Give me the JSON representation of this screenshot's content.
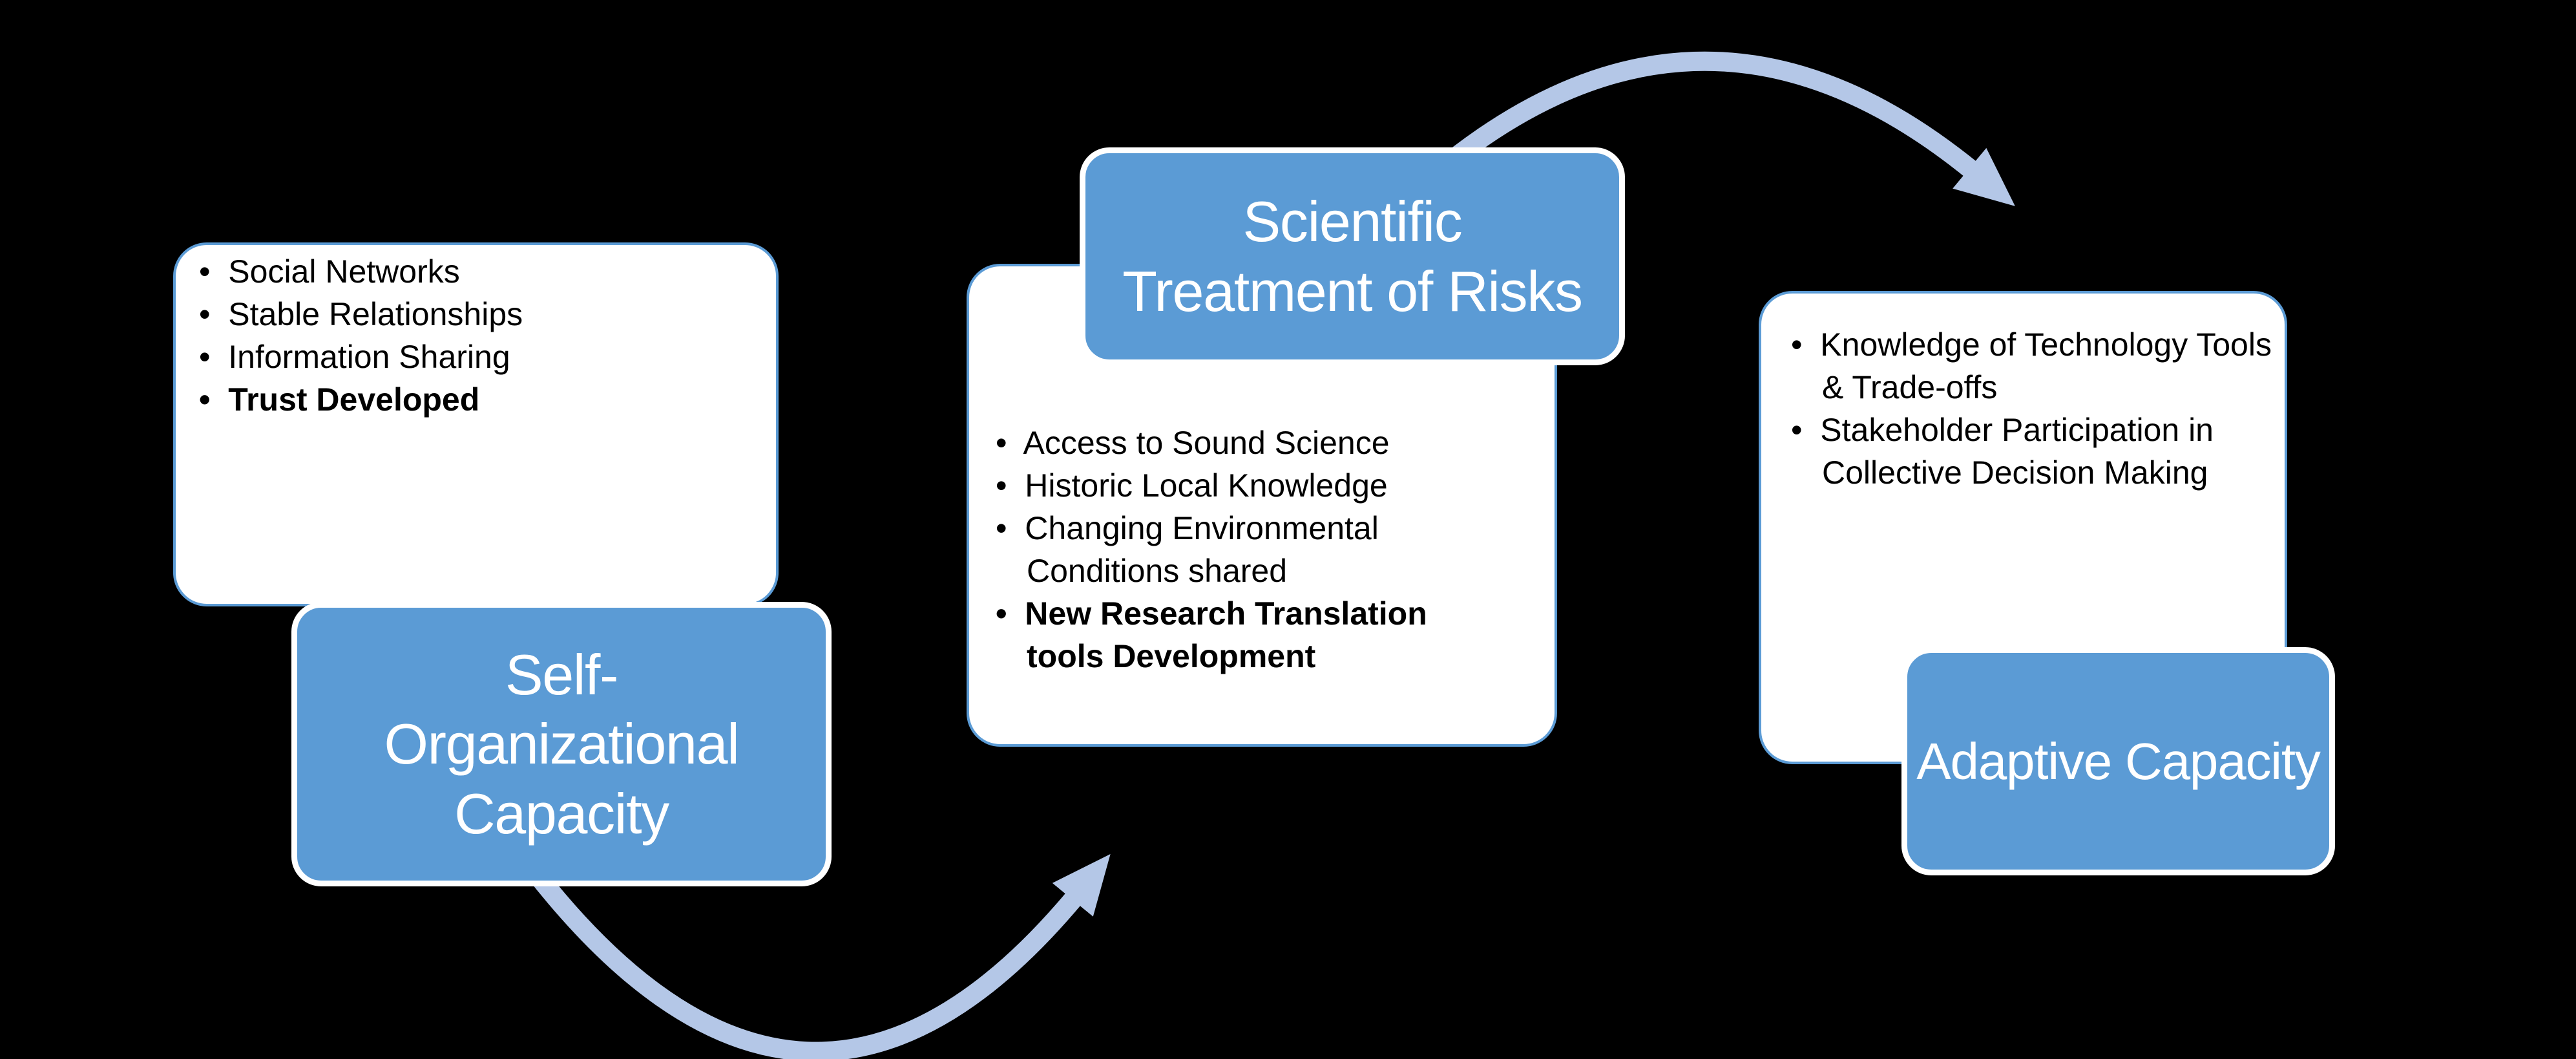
{
  "diagram": {
    "background": "#000000",
    "colors": {
      "node_fill": "#5b9bd5",
      "node_text": "#ffffff",
      "panel_fill": "#ffffff",
      "panel_border": "#5b9bd5",
      "bullet_text": "#000000",
      "arrow": "#b4c7e7"
    },
    "bullet_char": "•",
    "groups": [
      {
        "id": "self-organizational-capacity",
        "tag_label": "Self-\nOrganizational\nCapacity",
        "bullets": [
          {
            "text": "Social Networks",
            "bold": false
          },
          {
            "text": "Stable Relationships",
            "bold": false
          },
          {
            "text": "Information Sharing",
            "bold": false
          },
          {
            "text": "Trust Developed",
            "bold": true
          }
        ]
      },
      {
        "id": "scientific-treatment-of-risks",
        "tag_label": "Scientific\nTreatment of Risks",
        "bullets": [
          {
            "text": "Access to Sound Science",
            "bold": false
          },
          {
            "text": "Historic Local Knowledge",
            "bold": false
          },
          {
            "text": "Changing Environmental\nConditions shared",
            "bold": false
          },
          {
            "text": "New Research Translation\ntools Development",
            "bold": true
          }
        ]
      },
      {
        "id": "adaptive-capacity",
        "tag_label": "Adaptive Capacity",
        "bullets": [
          {
            "text": "Knowledge of Technology Tools\n& Trade-offs",
            "bold": false
          },
          {
            "text": "Stakeholder Participation in\nCollective Decision Making",
            "bold": false
          }
        ]
      }
    ]
  }
}
